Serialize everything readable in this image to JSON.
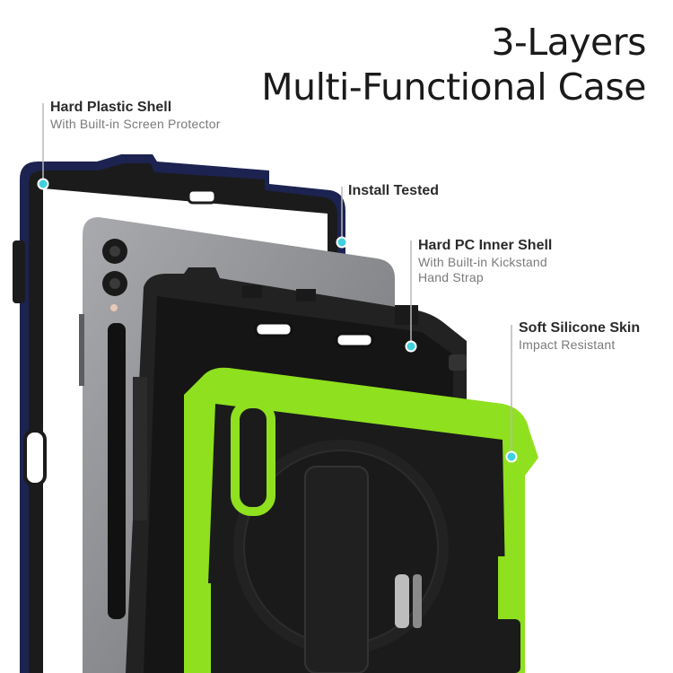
{
  "title": {
    "line1": "3-Layers",
    "line2": "Multi-Functional Case"
  },
  "callouts": {
    "hard_plastic_shell": {
      "heading": "Hard Plastic Shell",
      "sub": "With Built-in Screen Protector"
    },
    "install_tested": {
      "heading": "Install Tested"
    },
    "hard_pc_inner_shell": {
      "heading": "Hard PC Inner Shell",
      "sub1": "With Built-in Kickstand",
      "sub2": "Hand Strap"
    },
    "soft_silicone_skin": {
      "heading": "Soft Silicone Skin",
      "sub": "Impact Resistant"
    }
  },
  "colors": {
    "silicone_green": "#8fe01e",
    "shell_black": "#1b1b1b",
    "navy_edge": "#1c2350",
    "tablet_gray": "#8f9093",
    "callout_dot": "#3fd1e0"
  }
}
